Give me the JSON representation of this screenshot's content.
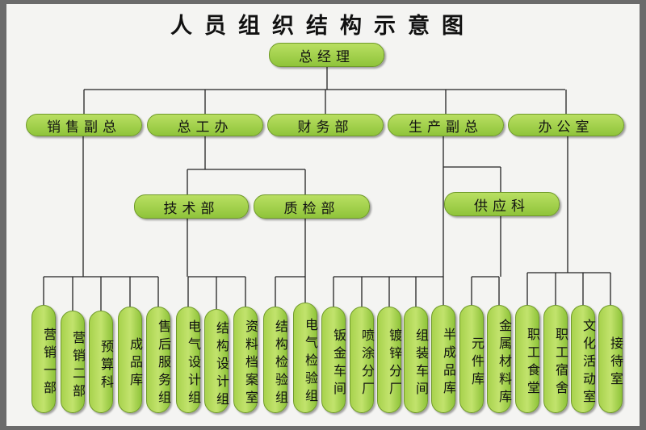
{
  "title": "人员组织结构示意图",
  "top": {
    "label": "总经理"
  },
  "level1": [
    {
      "id": "xsfz",
      "label": "销售副总"
    },
    {
      "id": "zgb",
      "label": "总工办"
    },
    {
      "id": "cwb",
      "label": "财务部"
    },
    {
      "id": "scfz",
      "label": "生产副总"
    },
    {
      "id": "bgs",
      "label": "办公室"
    }
  ],
  "level2": [
    {
      "id": "jsb",
      "label": "技术部",
      "parent": "zgb"
    },
    {
      "id": "zjb",
      "label": "质检部",
      "parent": "zgb"
    },
    {
      "id": "gyk",
      "label": "供应科",
      "parent": "scfz"
    }
  ],
  "leaves": [
    {
      "label": "营销一部",
      "parent": "xsfz"
    },
    {
      "label": "营销二部",
      "parent": "xsfz"
    },
    {
      "label": "预算科",
      "parent": "xsfz"
    },
    {
      "label": "成品库",
      "parent": "xsfz"
    },
    {
      "label": "售后服务组",
      "parent": "xsfz"
    },
    {
      "label": "电气设计组",
      "parent": "jsb"
    },
    {
      "label": "结构设计组",
      "parent": "jsb"
    },
    {
      "label": "资料档案室",
      "parent": "jsb"
    },
    {
      "label": "结构检验组",
      "parent": "zjb"
    },
    {
      "label": "电气检验组",
      "parent": "zjb"
    },
    {
      "label": "钣金车间",
      "parent": "scfz"
    },
    {
      "label": "喷涂分厂",
      "parent": "scfz"
    },
    {
      "label": "镀锌分厂",
      "parent": "scfz"
    },
    {
      "label": "组装车间",
      "parent": "scfz"
    },
    {
      "label": "半成品库",
      "parent": "scfz"
    },
    {
      "label": "元件库",
      "parent": "gyk"
    },
    {
      "label": "金属材料库",
      "parent": "gyk"
    },
    {
      "label": "职工食堂",
      "parent": "bgs"
    },
    {
      "label": "职工宿舍",
      "parent": "bgs"
    },
    {
      "label": "文化活动室",
      "parent": "bgs"
    },
    {
      "label": "接待室",
      "parent": "bgs"
    }
  ],
  "colors": {
    "box_fill": "#a3d04a",
    "box_border": "#6f9a2a",
    "line": "#222222",
    "background": "#f4f4f2",
    "frame": "#6b6b6b"
  }
}
